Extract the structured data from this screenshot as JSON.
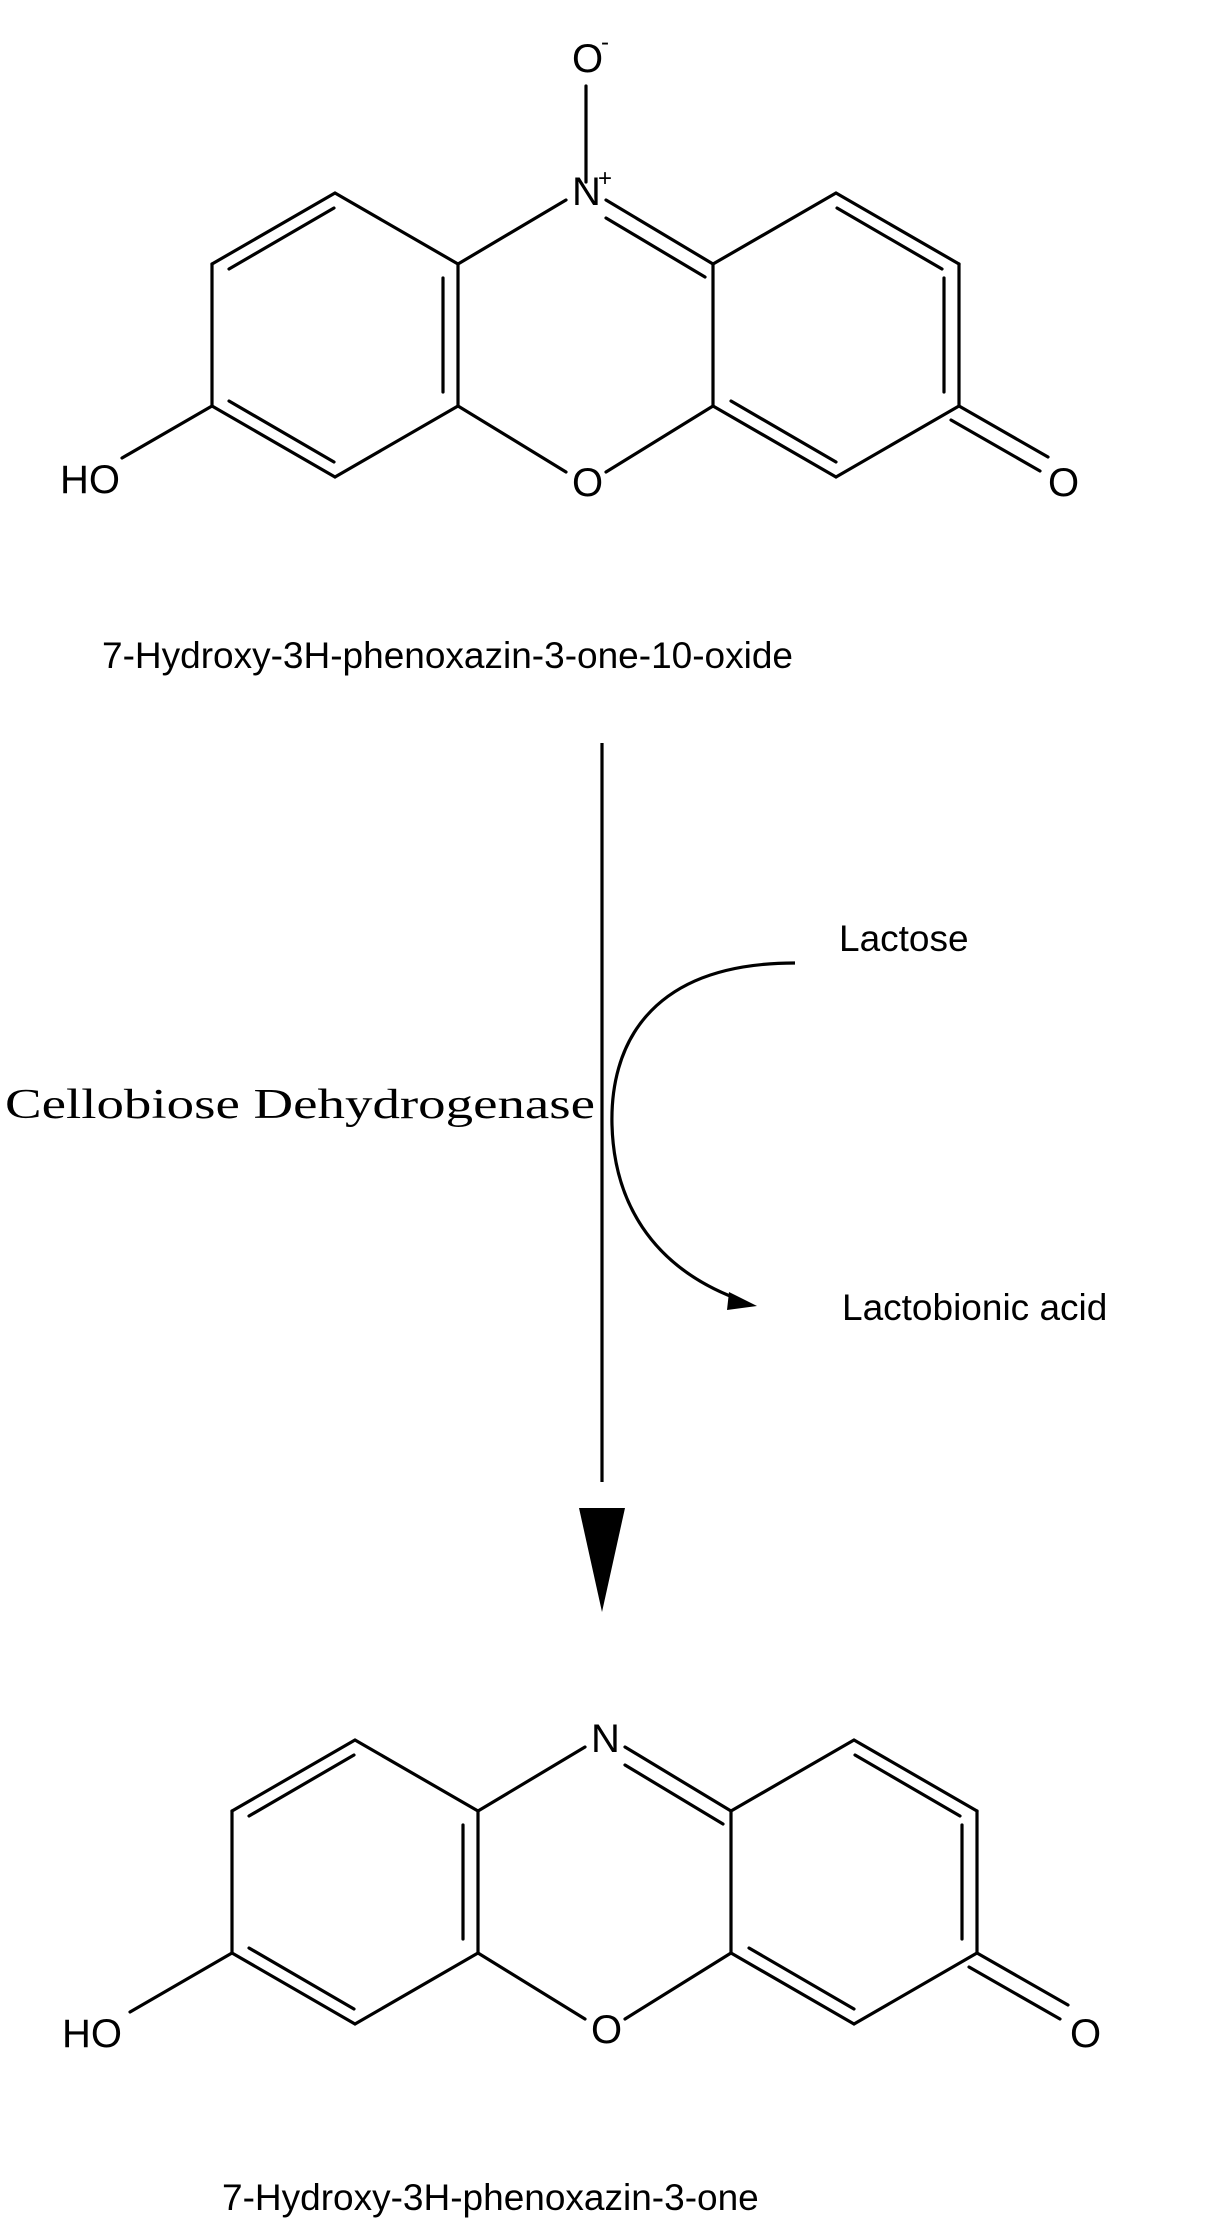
{
  "reactant": {
    "name": "7-Hydroxy-3H-phenoxazin-3-one-10-oxide",
    "atoms": {
      "oxide_O": "O",
      "oxide_charge": "-",
      "ring_N": "N",
      "ring_N_charge": "+",
      "hydroxyl": "HO",
      "bridge_O": "O",
      "carbonyl_O": "O"
    }
  },
  "reaction": {
    "enzyme": "Cellobiose Dehydrogenase",
    "cosubstrate": "Lactose",
    "coproduct": "Lactobionic acid"
  },
  "product": {
    "name": "7-Hydroxy-3H-phenoxazin-3-one",
    "atoms": {
      "ring_N": "N",
      "hydroxyl": "HO",
      "bridge_O": "O",
      "carbonyl_O": "O"
    }
  }
}
